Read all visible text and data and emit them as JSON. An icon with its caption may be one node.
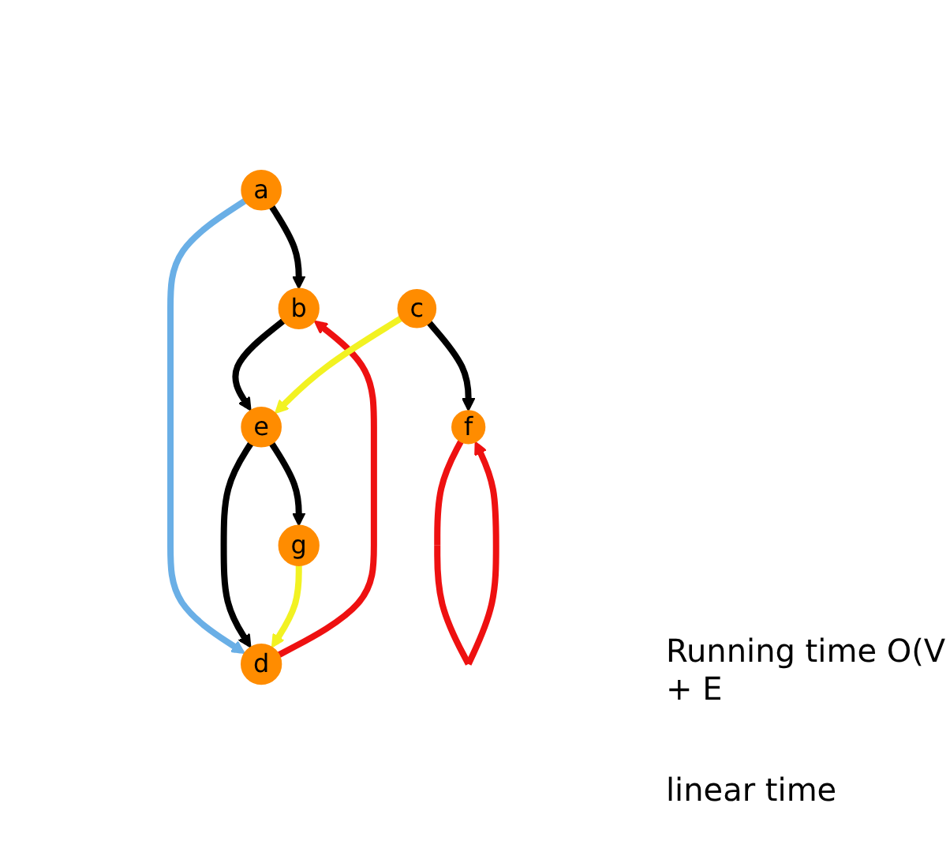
{
  "diagram": {
    "nodes": [
      {
        "text": [
          "a"
        ]
      },
      {
        "text": [
          "b"
        ]
      },
      {
        "text": [
          "c"
        ]
      },
      {
        "text": [
          "d"
        ]
      },
      {
        "text": [
          "e"
        ]
      },
      {
        "text": [
          "f"
        ]
      },
      {
        "text": [
          "g"
        ]
      }
    ],
    "edges": [
      {
        "from": 0,
        "to": 1,
        "arrow": "to"
      },
      {
        "from": 0,
        "to": 3,
        "arrow": "to",
        "color": "#6aafe6"
      },
      {
        "from": 3,
        "to": 1,
        "arrow": "to",
        "color": "#ee1111"
      },
      {
        "from": 1,
        "to": 4,
        "arrow": "to"
      },
      {
        "from": 2,
        "to": 4,
        "arrow": "to",
        "color": "#f2f222"
      },
      {
        "from": 2,
        "to": 5,
        "arrow": "to"
      },
      {
        "from": 4,
        "to": 3,
        "arrow": "to"
      },
      {
        "from": 5,
        "to": 5,
        "arrow": "to",
        "color": "#ee1111"
      },
      {
        "from": 4,
        "to": 6,
        "arrow": "to"
      },
      {
        "from": 6,
        "to": 3,
        "arrow": "to",
        "color": "#f2f222"
      }
    ],
    "labels": [
      "Running time O(V + E",
      "linear time"
    ]
  }
}
